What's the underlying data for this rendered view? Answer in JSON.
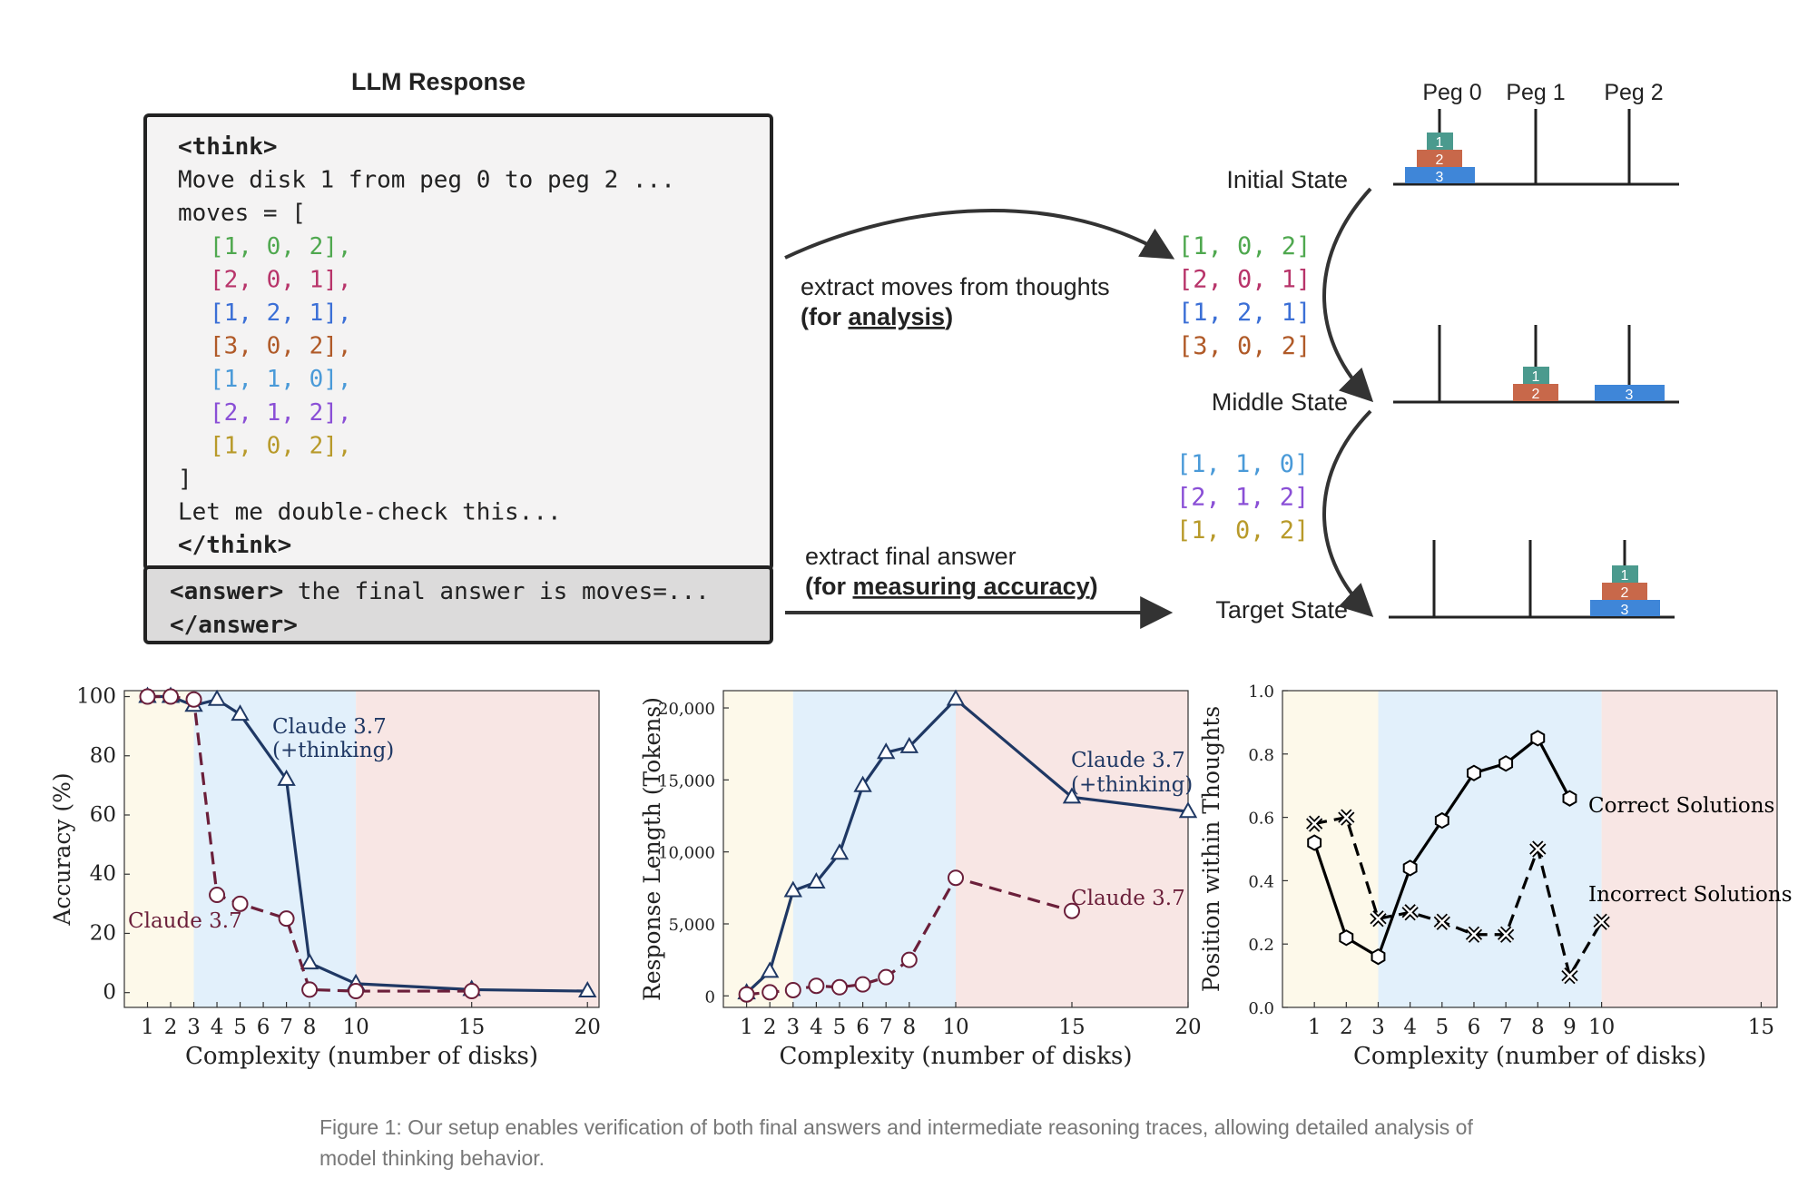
{
  "diagram": {
    "llm_response_title": "LLM Response",
    "think_lines": [
      {
        "text": "<think>",
        "bold": true,
        "indent": 0
      },
      {
        "text": "Move disk 1 from peg 0 to peg 2 ...",
        "bold": false,
        "indent": 0
      },
      {
        "text": "moves = [",
        "bold": false,
        "indent": 0
      },
      {
        "text": "[1, 0, 2],",
        "bold": false,
        "indent": 1,
        "color": "#4fa84f"
      },
      {
        "text": "[2, 0, 1],",
        "bold": false,
        "indent": 1,
        "color": "#b8346a"
      },
      {
        "text": "[1, 2, 1],",
        "bold": false,
        "indent": 1,
        "color": "#3b6fd6"
      },
      {
        "text": "[3, 0, 2],",
        "bold": false,
        "indent": 1,
        "color": "#b05a28"
      },
      {
        "text": "[1, 1, 0],",
        "bold": false,
        "indent": 1,
        "color": "#4a9ad8"
      },
      {
        "text": "[2, 1, 2],",
        "bold": false,
        "indent": 1,
        "color": "#8a4fd6"
      },
      {
        "text": "[1, 0, 2],",
        "bold": false,
        "indent": 1,
        "color": "#b89a2a"
      },
      {
        "text": "]",
        "bold": false,
        "indent": 0
      },
      {
        "text": "Let me double-check this...",
        "bold": false,
        "indent": 0
      },
      {
        "text": "</think>",
        "bold": true,
        "indent": 0
      }
    ],
    "answer_tag_open": "<answer>",
    "answer_text": " the final answer is moves=...",
    "answer_tag_close": "</answer>",
    "extract_moves_line1": "extract moves  from thoughts",
    "extract_moves_line2_prefix": "(for ",
    "extract_moves_line2_underlined": "analysis",
    "extract_moves_line2_suffix": ")",
    "extract_final_line1": "extract final answer",
    "extract_final_line2_prefix": "(for ",
    "extract_final_line2_underlined": "measuring accuracy",
    "extract_final_line2_suffix": ")",
    "peg_labels": [
      "Peg 0",
      "Peg 1",
      "Peg 2"
    ],
    "state_labels": [
      "Initial State",
      "Middle State",
      "Target State"
    ],
    "moves_group_1": [
      {
        "text": "[1, 0, 2]",
        "color": "#4fa84f"
      },
      {
        "text": "[2, 0, 1]",
        "color": "#b8346a"
      },
      {
        "text": "[1, 2, 1]",
        "color": "#3b6fd6"
      },
      {
        "text": "[3, 0, 2]",
        "color": "#b05a28"
      }
    ],
    "moves_group_2": [
      {
        "text": "[1, 1, 0]",
        "color": "#4a9ad8"
      },
      {
        "text": "[2, 1, 2]",
        "color": "#8a4fd6"
      },
      {
        "text": "[1, 0, 2]",
        "color": "#b89a2a"
      }
    ],
    "disk_labels": [
      "1",
      "2",
      "3"
    ],
    "disk_colors": {
      "1": "#4b9a8e",
      "2": "#c8684a",
      "3": "#3f86d8"
    }
  },
  "chart_data": [
    {
      "type": "line",
      "title": "",
      "xlabel": "Complexity (number of disks)",
      "ylabel": "Accuracy (%)",
      "xlim": [
        0,
        20.5
      ],
      "ylim": [
        -5,
        102
      ],
      "xticks": [
        1,
        2,
        3,
        4,
        5,
        6,
        7,
        8,
        10,
        15,
        20
      ],
      "yticks": [
        0,
        20,
        40,
        60,
        80,
        100
      ],
      "regions": [
        {
          "from": 0,
          "to": 3,
          "color": "#fdf9ea"
        },
        {
          "from": 3,
          "to": 10,
          "color": "#e2f0fb"
        },
        {
          "from": 10,
          "to": 20.5,
          "color": "#f8e6e4"
        }
      ],
      "series": [
        {
          "name": "Claude 3.7 (+thinking)",
          "marker": "triangle",
          "dash": false,
          "color": "#1f3864",
          "x": [
            1,
            2,
            3,
            4,
            5,
            7,
            8,
            10,
            15,
            20
          ],
          "y": [
            100,
            100,
            97,
            99,
            94,
            72,
            10,
            3,
            1,
            0.5
          ]
        },
        {
          "name": "Claude 3.7",
          "marker": "circle",
          "dash": true,
          "color": "#6b1f3a",
          "x": [
            1,
            2,
            3,
            4,
            5,
            7,
            8,
            10,
            15
          ],
          "y": [
            100,
            100,
            99,
            33,
            30,
            25,
            1,
            0.5,
            0.5
          ]
        }
      ],
      "annotations": [
        {
          "text": "Claude 3.7",
          "color": "#1f3864"
        },
        {
          "text": "(+thinking)",
          "color": "#1f3864"
        },
        {
          "text": "Claude 3.7",
          "color": "#6b1f3a"
        }
      ]
    },
    {
      "type": "line",
      "title": "",
      "xlabel": "Complexity (number of disks)",
      "ylabel": "Response Length (Tokens)",
      "xlim": [
        0,
        20
      ],
      "ylim": [
        -800,
        21200
      ],
      "xticks": [
        1,
        2,
        3,
        4,
        5,
        6,
        7,
        8,
        10,
        15,
        20
      ],
      "yticks": [
        0,
        5000,
        10000,
        15000,
        20000
      ],
      "ytick_labels": [
        "0",
        "5,000",
        "10,000",
        "15,000",
        "20,000"
      ],
      "regions": [
        {
          "from": 0,
          "to": 3,
          "color": "#fdf9ea"
        },
        {
          "from": 3,
          "to": 10,
          "color": "#e2f0fb"
        },
        {
          "from": 10,
          "to": 20,
          "color": "#f8e6e4"
        }
      ],
      "series": [
        {
          "name": "Claude 3.7 (+thinking)",
          "marker": "triangle",
          "dash": false,
          "color": "#1f3864",
          "x": [
            1,
            2,
            3,
            4,
            5,
            6,
            7,
            8,
            10,
            15,
            20
          ],
          "y": [
            200,
            1700,
            7300,
            7900,
            9900,
            14600,
            16900,
            17300,
            20600,
            13800,
            12800
          ]
        },
        {
          "name": "Claude 3.7",
          "marker": "circle",
          "dash": true,
          "color": "#6b1f3a",
          "x": [
            1,
            2,
            3,
            4,
            5,
            6,
            7,
            8,
            10,
            15
          ],
          "y": [
            100,
            250,
            400,
            700,
            600,
            800,
            1300,
            2500,
            8200,
            5900
          ]
        }
      ],
      "annotations": [
        {
          "text": "Claude 3.7",
          "color": "#1f3864"
        },
        {
          "text": "(+thinking)",
          "color": "#1f3864"
        },
        {
          "text": "Claude 3.7",
          "color": "#6b1f3a"
        }
      ]
    },
    {
      "type": "line",
      "title": "",
      "xlabel": "Complexity (number of disks)",
      "ylabel": "Position within Thoughts",
      "xlim": [
        0,
        15.5
      ],
      "ylim": [
        0,
        1.0
      ],
      "xticks": [
        1,
        2,
        3,
        4,
        5,
        6,
        7,
        8,
        9,
        10,
        15
      ],
      "yticks": [
        0.0,
        0.2,
        0.4,
        0.6,
        0.8,
        1.0
      ],
      "ytick_labels": [
        "0.0",
        "0.2",
        "0.4",
        "0.6",
        "0.8",
        "1.0"
      ],
      "regions": [
        {
          "from": 0,
          "to": 3,
          "color": "#fdf9ea"
        },
        {
          "from": 3,
          "to": 10,
          "color": "#e2f0fb"
        },
        {
          "from": 10,
          "to": 15.5,
          "color": "#f8e6e4"
        }
      ],
      "series": [
        {
          "name": "Correct Solutions",
          "marker": "hexagon",
          "dash": false,
          "color": "#000000",
          "x": [
            1,
            2,
            3,
            4,
            5,
            6,
            7,
            8,
            9
          ],
          "y": [
            0.52,
            0.22,
            0.16,
            0.44,
            0.59,
            0.74,
            0.77,
            0.85,
            0.66
          ]
        },
        {
          "name": "Incorrect Solutions",
          "marker": "x",
          "dash": true,
          "color": "#000000",
          "x": [
            1,
            2,
            3,
            4,
            5,
            6,
            7,
            8,
            9,
            10
          ],
          "y": [
            0.58,
            0.6,
            0.28,
            0.3,
            0.27,
            0.23,
            0.23,
            0.5,
            0.1,
            0.27
          ]
        }
      ],
      "annotations": [
        {
          "text": "Correct Solutions",
          "color": "#000000"
        },
        {
          "text": "Incorrect Solutions",
          "color": "#000000"
        }
      ]
    }
  ],
  "caption": "Figure 1: Our setup enables verification of both final answers and intermediate reasoning traces, allowing detailed analysis of model thinking behavior."
}
